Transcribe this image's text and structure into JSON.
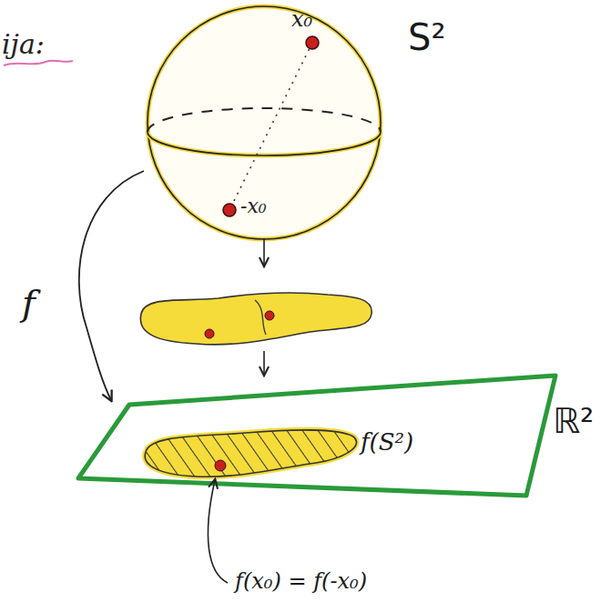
{
  "diagram": {
    "labels": [
      "ija:",
      "x₀",
      "-x₀",
      "S²",
      "f",
      "f(S²)",
      "ℝ²",
      "f(x₀) = f(-x₀)"
    ]
  }
}
